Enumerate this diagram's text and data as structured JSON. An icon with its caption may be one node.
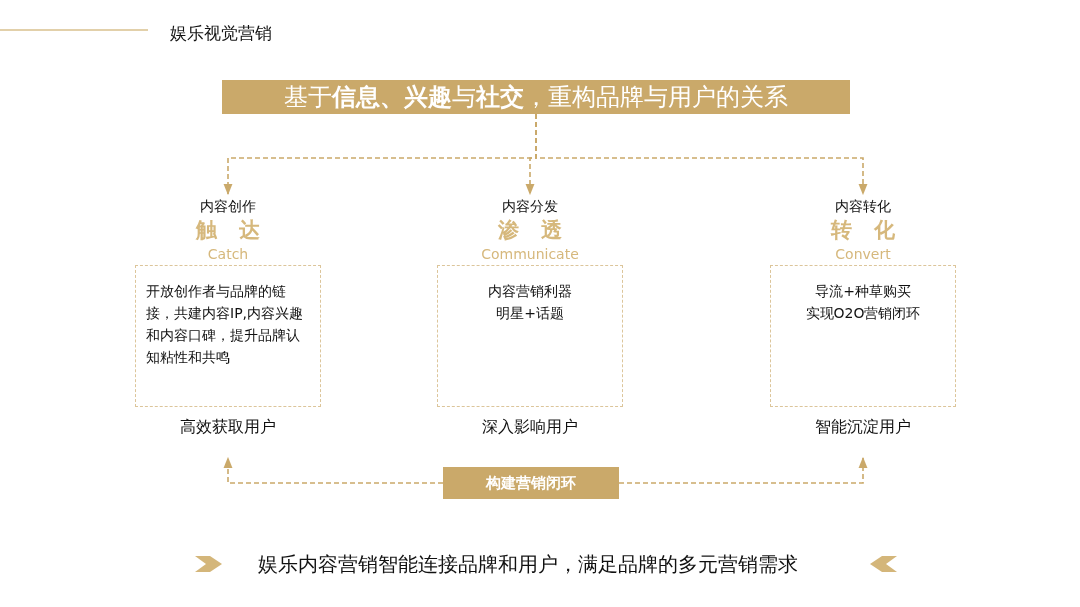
{
  "diagram": {
    "nodes": [
      {
        "text": [
          "基于**信息、兴趣**与**社交**，重构品牌与用户的关系"
        ]
      },
      {
        "text": [
          "内容创作",
          "触达",
          "Catch",
          "开放创作者与品牌的链接，共建内容IP,内容兴趣和内容口碑，提升品牌认知粘性和共鸣"
        ],
        "beside": [
          "高效获取用户"
        ]
      },
      {
        "text": [
          "内容分发",
          "渗透",
          "Communicate",
          "内容营销利器",
          "明星+话题"
        ],
        "beside": [
          "深入影响用户"
        ]
      },
      {
        "text": [
          "内容转化",
          "转化",
          "Convert",
          "导流+种草购买",
          "实现O2O营销闭环"
        ],
        "beside": [
          "智能沉淀用户"
        ]
      },
      {
        "text": [
          "构建营销闭环"
        ]
      }
    ],
    "edges": [
      {
        "from": 0,
        "to": 1,
        "arrow": "to",
        "style": "dashed"
      },
      {
        "from": 0,
        "to": 2,
        "arrow": "to",
        "style": "dashed"
      },
      {
        "from": 0,
        "to": 3,
        "arrow": "to",
        "style": "dashed"
      },
      {
        "from": 4,
        "to": 1,
        "arrow": "to",
        "style": "dashed"
      },
      {
        "from": 4,
        "to": 3,
        "arrow": "to",
        "style": "dashed"
      }
    ],
    "labels": [
      "娱乐视觉营销",
      "娱乐内容营销智能连接品牌和用户，满足品牌的多元营销需求"
    ]
  }
}
